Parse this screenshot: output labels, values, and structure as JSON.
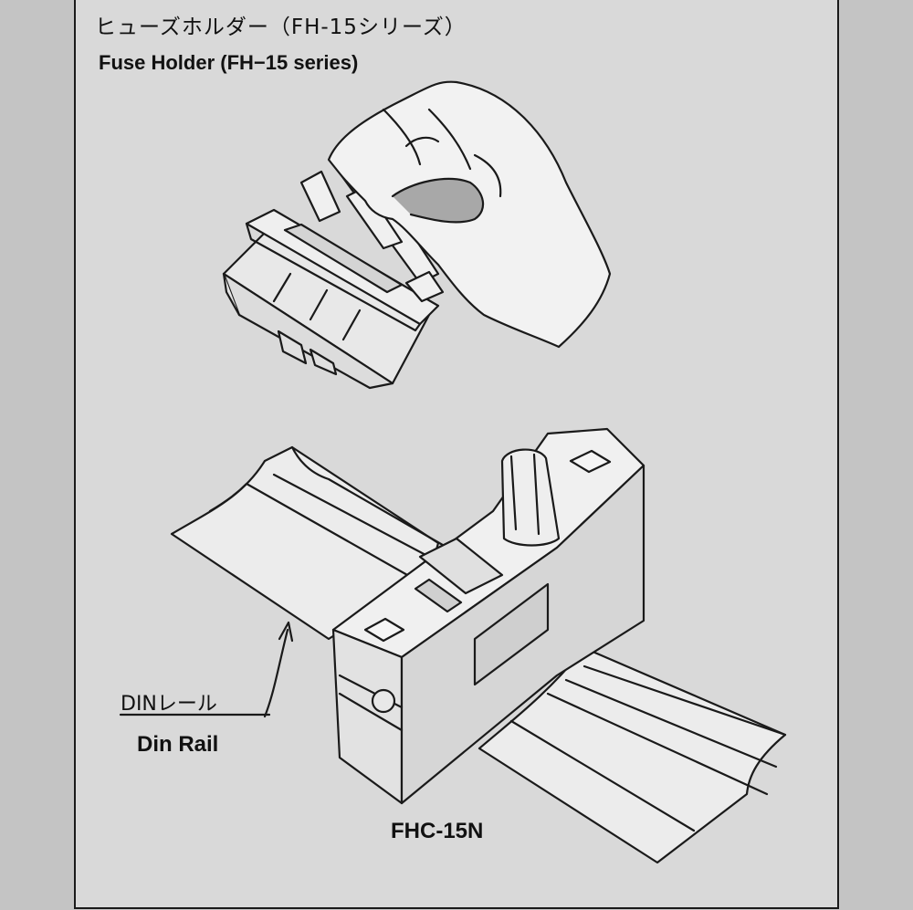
{
  "figure": {
    "title_jp": "ヒューズホルダー（FH-15シリーズ）",
    "title_en": "Fuse Holder (FH−15 series)"
  },
  "labels": {
    "din_rail_jp": "DINレール",
    "din_rail_en": "Din Rail",
    "part_number": "FHC-15N"
  },
  "colors": {
    "background": "#c4c4c4",
    "panel": "#d9d9d9",
    "line": "#1a1a1a",
    "part_fill": "#e4e4e4"
  }
}
